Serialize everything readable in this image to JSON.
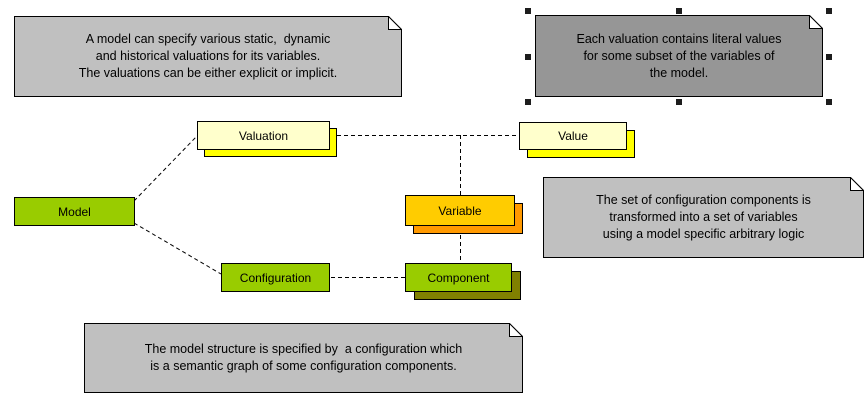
{
  "diagram": {
    "background": "#ffffff",
    "edge_color": "#000000",
    "edge_style": "dashed"
  },
  "notes": [
    {
      "id": "model-valuations",
      "text": "A model can specify various static,  dynamic\nand historical valuations for its variables.\nThe valuations can be either explicit or implicit.",
      "fill": "#c0c0c0",
      "selected": false
    },
    {
      "id": "valuation-literal-values",
      "text": "Each valuation contains literal values\nfor some subset of the variables of\nthe model.",
      "fill": "#969696",
      "selected": true
    },
    {
      "id": "configuration-transform",
      "text": "The set of configuration components is\ntransformed into a set of variables\nusing a model specific arbitrary logic",
      "fill": "#c0c0c0",
      "selected": false
    },
    {
      "id": "model-structure",
      "text": "The model structure is specified by  a configuration which\nis a semantic graph of some configuration components.",
      "fill": "#c0c0c0",
      "selected": false
    }
  ],
  "nodes": [
    {
      "label": "Model",
      "fill": "#99cc00",
      "shadow": null,
      "stacked": false
    },
    {
      "label": "Valuation",
      "fill": "#ffffcc",
      "shadow": "#ffff00",
      "stacked": true
    },
    {
      "label": "Value",
      "fill": "#ffffcc",
      "shadow": "#ffff00",
      "stacked": true
    },
    {
      "label": "Variable",
      "fill": "#ffcc00",
      "shadow": "#ff9900",
      "stacked": true
    },
    {
      "label": "Configuration",
      "fill": "#99cc00",
      "shadow": null,
      "stacked": false
    },
    {
      "label": "Component",
      "fill": "#99cc00",
      "shadow": "#808000",
      "stacked": true
    }
  ],
  "edges": [
    {
      "from": "Model",
      "to": "Valuation"
    },
    {
      "from": "Model",
      "to": "Configuration"
    },
    {
      "from": "Valuation",
      "to": "Value"
    },
    {
      "from": "Valuation",
      "to": "Variable"
    },
    {
      "from": "Variable",
      "to": "Component"
    },
    {
      "from": "Configuration",
      "to": "Component"
    }
  ]
}
